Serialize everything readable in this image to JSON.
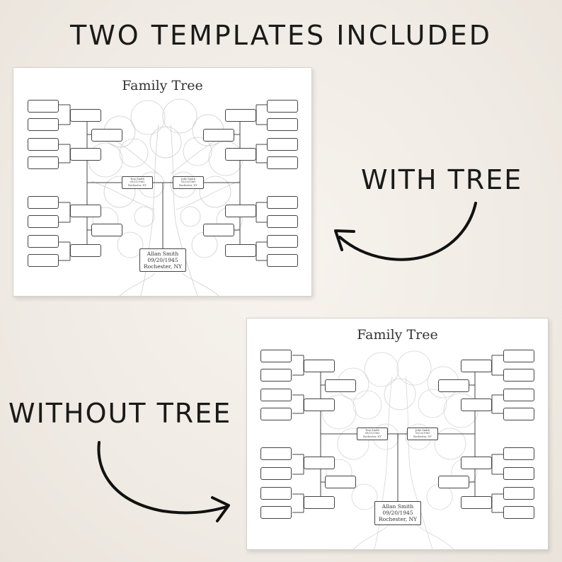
{
  "headings": {
    "main": "TWO TEMPLATES INCLUDED",
    "with_tree": "WITH TREE",
    "without_tree": "WITHOUT TREE"
  },
  "templates": [
    {
      "title": "Family Tree",
      "root": {
        "name": "Allan Smith",
        "date": "09/20/1945",
        "place": "Rochester, NY"
      },
      "father": {
        "name": "Tom Smith",
        "date": "09/21/1962",
        "place": "Rochester, NY"
      },
      "mother": {
        "name": "Julie Smith",
        "date": "03/23/1965",
        "place": "Rochester, NY"
      }
    },
    {
      "title": "Family Tree",
      "root": {
        "name": "Allan Smith",
        "date": "09/20/1945",
        "place": "Rochester, NY"
      },
      "father": {
        "name": "Tom Smith",
        "date": "09/21/1962",
        "place": "Rochester, NY"
      },
      "mother": {
        "name": "Julie Smith",
        "date": "03/23/1965",
        "place": "Rochester, NY"
      }
    }
  ],
  "colors": {
    "background": "#f3efe9",
    "ink": "#1a1a1a",
    "sheet": "#ffffff",
    "tree_lines": "#c9c9c9"
  }
}
